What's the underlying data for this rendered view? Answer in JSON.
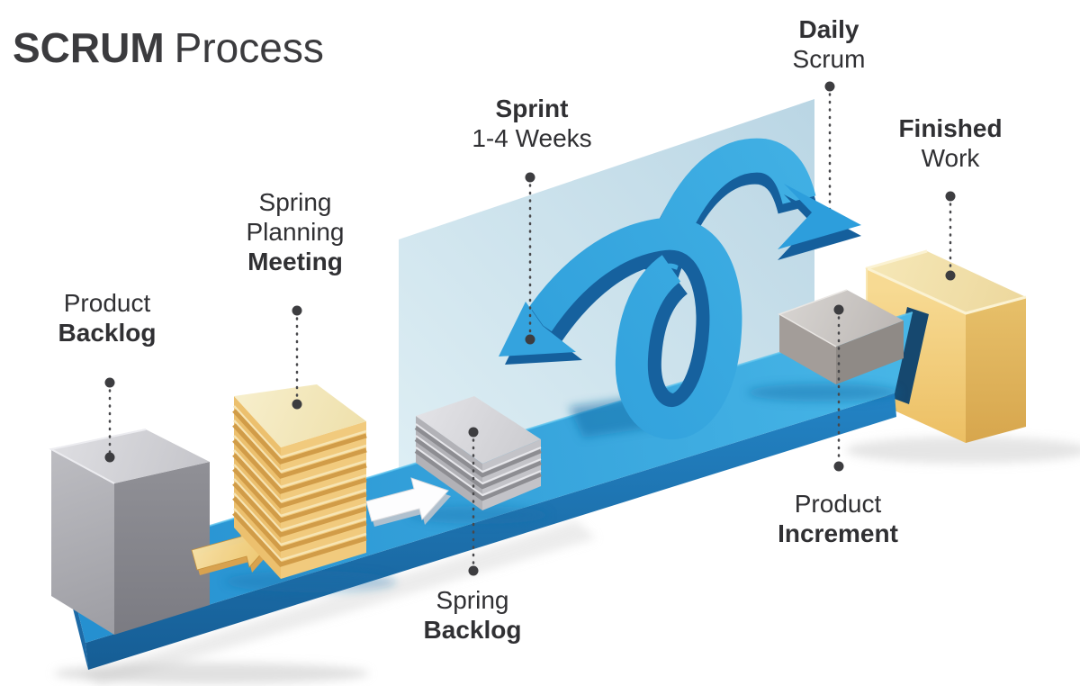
{
  "title": {
    "bold": "SCRUM",
    "regular": "Process"
  },
  "labels": {
    "product_backlog": {
      "line1": "Product",
      "line2": "Backlog"
    },
    "sprint_planning": {
      "line1": "Spring",
      "line2": "Planning",
      "line3": "Meeting"
    },
    "sprint_duration": {
      "line1": "Sprint",
      "line2": "1-4 Weeks"
    },
    "daily_scrum": {
      "line1": "Daily",
      "line2": "Scrum"
    },
    "finished_work": {
      "line1": "Finished",
      "line2": "Work"
    },
    "product_increment": {
      "line1": "Product",
      "line2": "Increment"
    },
    "sprint_backlog": {
      "line1": "Spring",
      "line2": "Backlog"
    }
  },
  "colors": {
    "text": "#303033",
    "title_text": "#3B3B3E",
    "board_top": "#2B9AD7",
    "board_front": "#1A6FA8",
    "loop_arrow": "#2D9EDC",
    "loop_arrow_dark": "#15609D",
    "sprint_pane": "#C9DFEA",
    "paper_stack_gold": "#F0C878",
    "paper_stack_gray": "#B9B9BE",
    "backlog_block_gray": "#8A8A90",
    "finished_box_gold": "#F2CF7E",
    "increment_box_gray": "#C9C5C2",
    "connector": "#48484B"
  }
}
